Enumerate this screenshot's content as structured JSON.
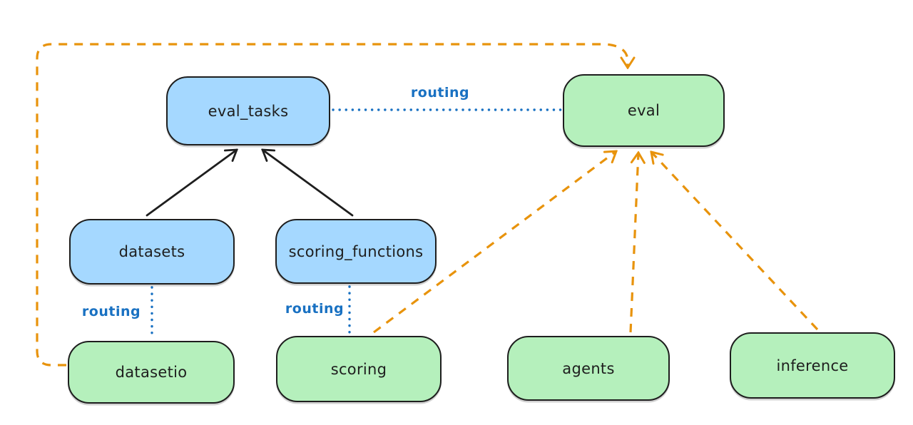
{
  "diagram": {
    "background": "#ffffff",
    "colors": {
      "box_border": "#1e1e1e",
      "blue_box_fill": "#a5d8ff",
      "green_box_fill": "#b5f0bc",
      "routing_label_blue": "#1971c2",
      "orange_dashed": "#e8930c",
      "black_arrow": "#1e1e1e"
    },
    "nodes": [
      {
        "id": "eval_tasks",
        "label": "eval_tasks",
        "color": "blue"
      },
      {
        "id": "eval",
        "label": "eval",
        "color": "green"
      },
      {
        "id": "datasets",
        "label": "datasets",
        "color": "blue"
      },
      {
        "id": "scoring_functions",
        "label": "scoring_functions",
        "color": "blue"
      },
      {
        "id": "datasetio",
        "label": "datasetio",
        "color": "green"
      },
      {
        "id": "scoring",
        "label": "scoring",
        "color": "green"
      },
      {
        "id": "agents",
        "label": "agents",
        "color": "green"
      },
      {
        "id": "inference",
        "label": "inference",
        "color": "green"
      }
    ],
    "edges": [
      {
        "from": "datasets",
        "to": "eval_tasks",
        "style": "solid-black-arrow"
      },
      {
        "from": "scoring_functions",
        "to": "eval_tasks",
        "style": "solid-black-arrow"
      },
      {
        "from": "eval_tasks",
        "to": "eval",
        "style": "dotted-blue-line",
        "label": "routing"
      },
      {
        "from": "datasets",
        "to": "datasetio",
        "style": "dotted-blue-line",
        "label": "routing"
      },
      {
        "from": "scoring_functions",
        "to": "scoring",
        "style": "dotted-blue-line",
        "label": "routing"
      },
      {
        "from": "datasetio",
        "to": "eval",
        "style": "dashed-orange-arrow"
      },
      {
        "from": "scoring",
        "to": "eval",
        "style": "dashed-orange-arrow"
      },
      {
        "from": "agents",
        "to": "eval",
        "style": "dashed-orange-arrow"
      },
      {
        "from": "inference",
        "to": "eval",
        "style": "dashed-orange-arrow"
      }
    ],
    "edge_labels": [
      {
        "text": "routing"
      },
      {
        "text": "routing"
      },
      {
        "text": "routing"
      }
    ]
  }
}
